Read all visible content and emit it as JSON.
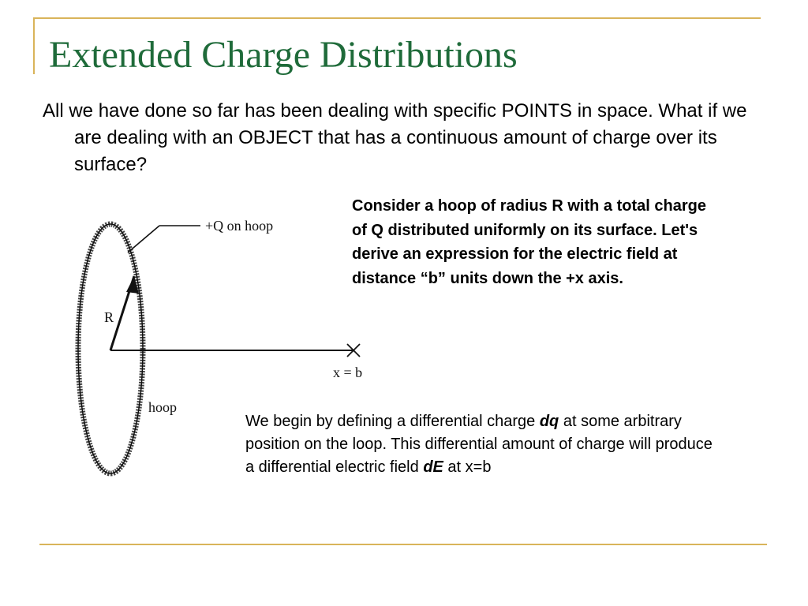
{
  "slide": {
    "title": "Extended Charge Distributions",
    "intro": "All we have done so far has been dealing with specific POINTS in space. What if we are dealing with an OBJECT that has a continuous amount of charge over its surface?",
    "consider_text": "Consider a hoop of radius R with a total charge of Q distributed uniformly on its surface. Let's derive an expression for the electric field at distance “b” units down the +x axis.",
    "begin_text_1": "We begin by defining a differential charge ",
    "begin_dq": "dq",
    "begin_text_2": " at some arbitrary position on the loop. This differential amount of charge will produce a differential electric field ",
    "begin_dE": "dE",
    "begin_text_3": " at x=b"
  },
  "diagram": {
    "charge_label": "+Q on hoop",
    "radius_label": "R",
    "point_label": "x = b",
    "hoop_label": "hoop"
  },
  "colors": {
    "title": "#1f6b3a",
    "rule": "#d9b45a"
  }
}
